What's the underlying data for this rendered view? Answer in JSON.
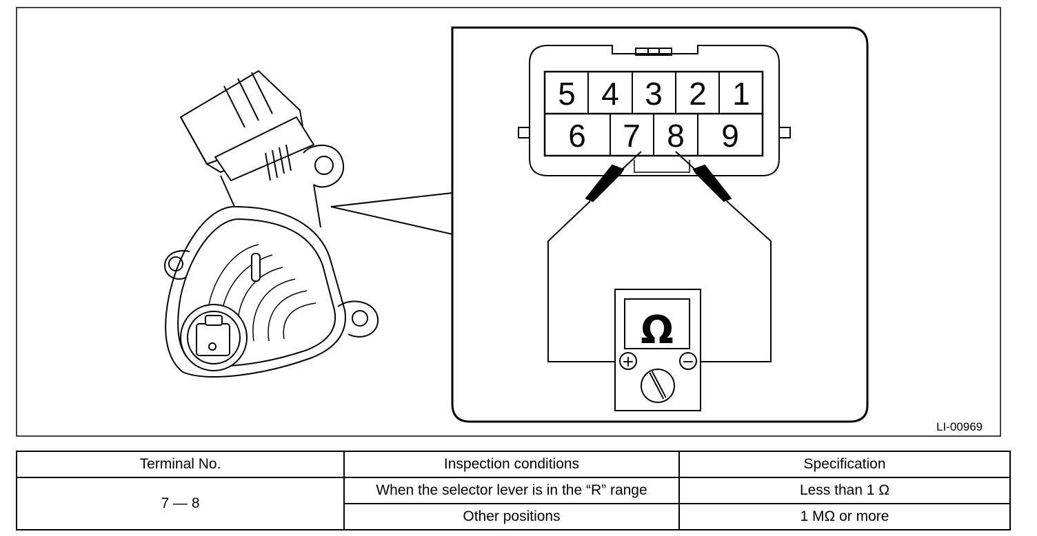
{
  "figure": {
    "id_label": "LI-00969",
    "connector": {
      "top_row": [
        "5",
        "4",
        "3",
        "2",
        "1"
      ],
      "bottom_row": [
        "6",
        "7",
        "8",
        "9"
      ]
    },
    "meter_symbol": "Ω",
    "probe_plus": "+",
    "probe_minus": "−"
  },
  "table": {
    "headers": [
      "Terminal No.",
      "Inspection conditions",
      "Specification"
    ],
    "terminal": "7 — 8",
    "rows": [
      {
        "condition": "When the selector lever is in the “R” range",
        "spec": "Less than 1 Ω"
      },
      {
        "condition": "Other positions",
        "spec": "1 MΩ or more"
      }
    ]
  }
}
